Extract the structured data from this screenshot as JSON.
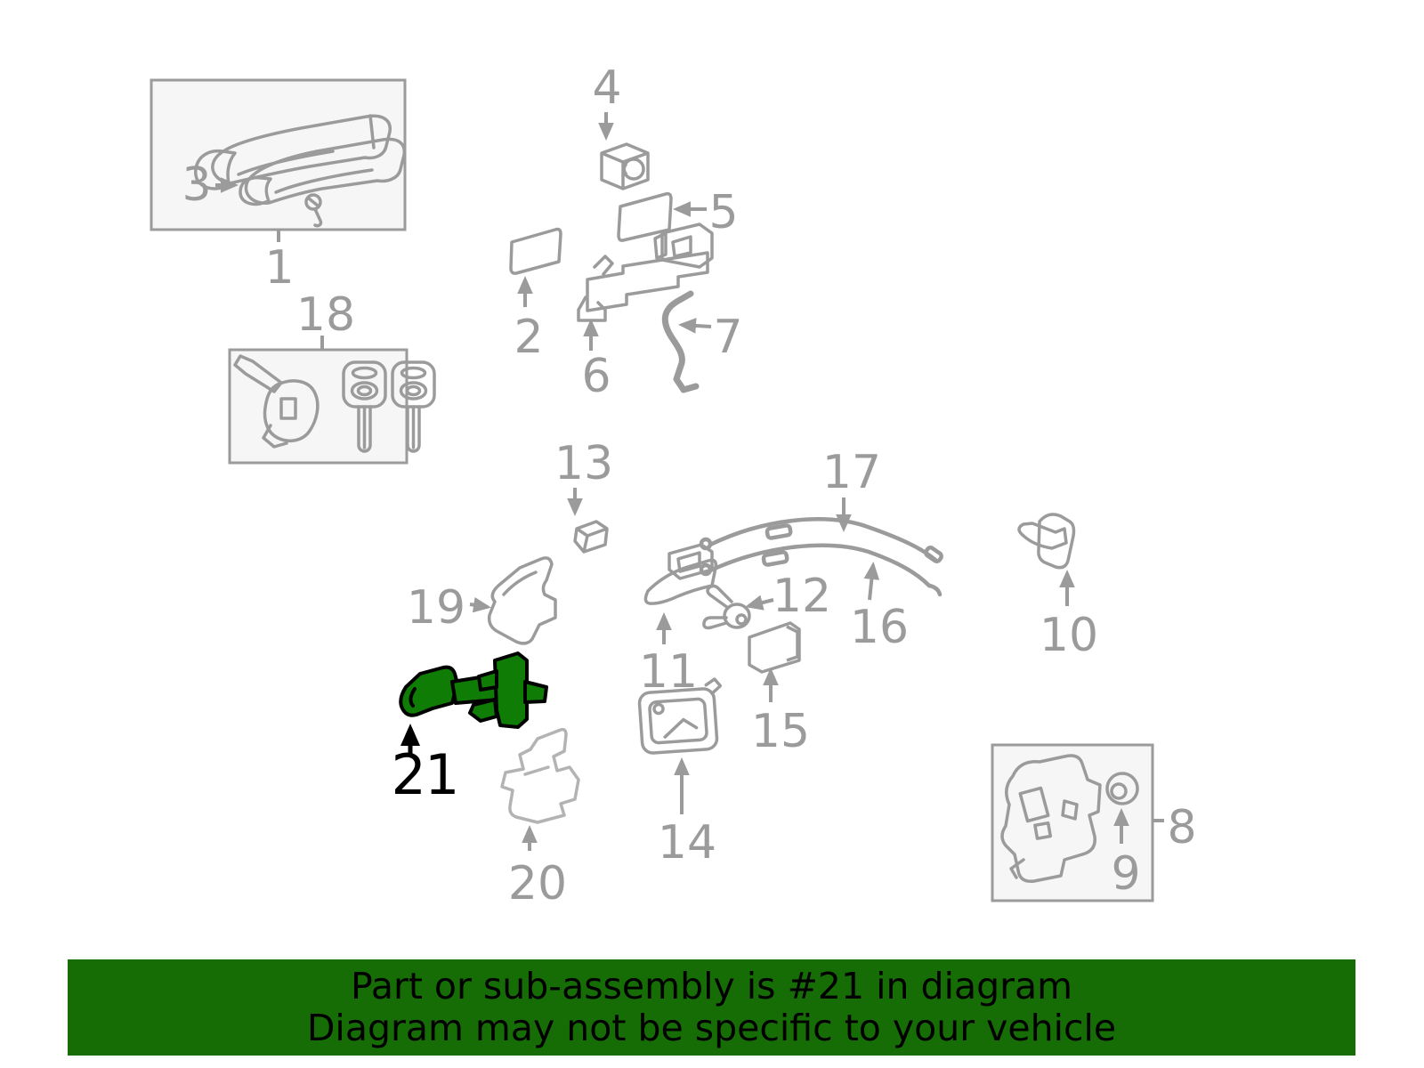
{
  "banner": {
    "line1": "Part or sub-assembly is #21 in diagram",
    "line2": "Diagram may not be specific to your vehicle",
    "bg_color": "#166c05",
    "text_color": "#000000"
  },
  "diagram": {
    "highlighted_part": "21",
    "colors": {
      "part_line": "#9b9b9b",
      "part_line_light": "#b3b3b3",
      "label": "#9b9b9b",
      "box_fill": "#f6f6f6",
      "highlight_fill": "#0f7c05",
      "highlight_outline": "#000000",
      "highlight_label": "#000000"
    },
    "callouts": [
      {
        "id": "1"
      },
      {
        "id": "2"
      },
      {
        "id": "3"
      },
      {
        "id": "4"
      },
      {
        "id": "5"
      },
      {
        "id": "6"
      },
      {
        "id": "7"
      },
      {
        "id": "8"
      },
      {
        "id": "9"
      },
      {
        "id": "10"
      },
      {
        "id": "11"
      },
      {
        "id": "12"
      },
      {
        "id": "13"
      },
      {
        "id": "14"
      },
      {
        "id": "15"
      },
      {
        "id": "16"
      },
      {
        "id": "17"
      },
      {
        "id": "18"
      },
      {
        "id": "19"
      },
      {
        "id": "20"
      },
      {
        "id": "21",
        "highlighted": true
      }
    ]
  }
}
